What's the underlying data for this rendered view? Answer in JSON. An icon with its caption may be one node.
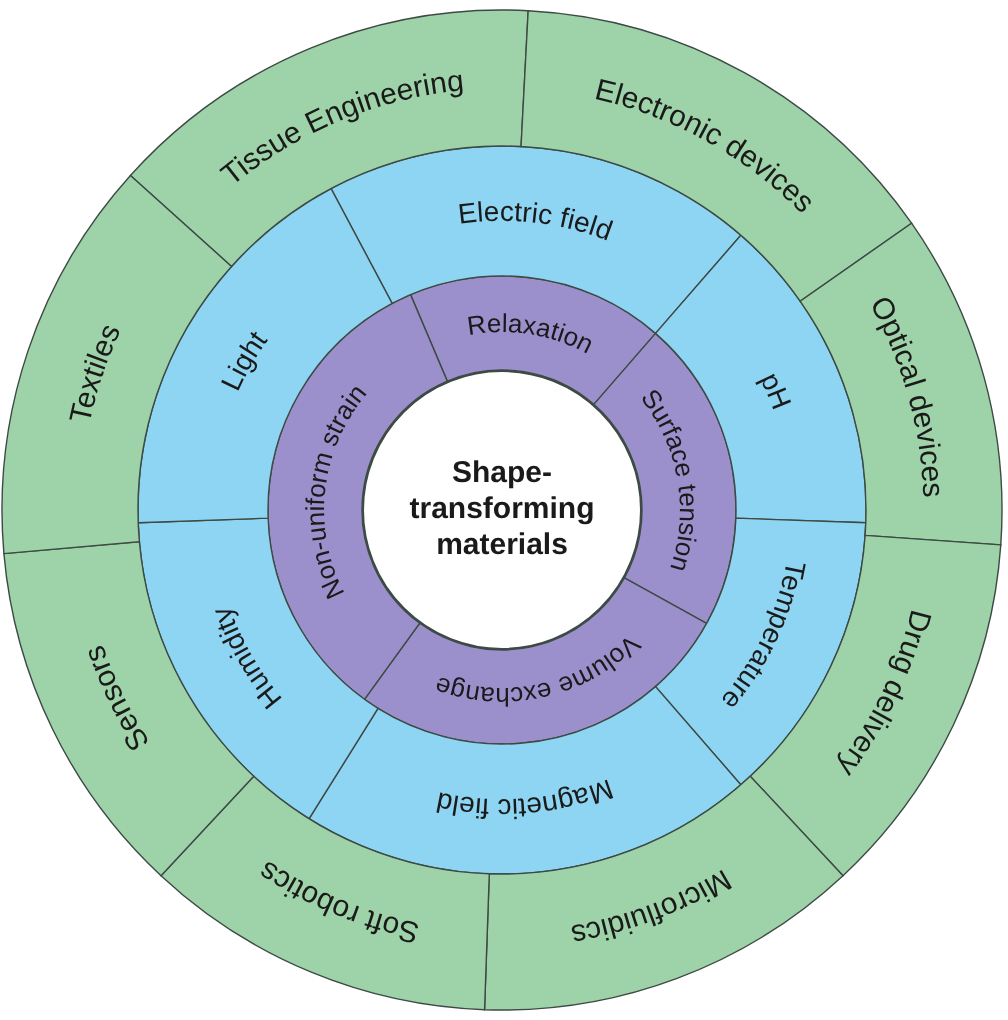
{
  "diagram": {
    "nodes": [
      {
        "text": [
          "Shape-transforming materials"
        ]
      },
      {
        "text": [
          "Relaxation"
        ]
      },
      {
        "text": [
          "Surface tension"
        ]
      },
      {
        "text": [
          "Volume exchange"
        ]
      },
      {
        "text": [
          "Non-uniform strain"
        ]
      },
      {
        "text": [
          "Electric field"
        ]
      },
      {
        "text": [
          "pH"
        ]
      },
      {
        "text": [
          "Temperature"
        ]
      },
      {
        "text": [
          "Magnetic field"
        ]
      },
      {
        "text": [
          "Humidity"
        ]
      },
      {
        "text": [
          "Light"
        ]
      },
      {
        "text": [
          "Tissue Engineering"
        ]
      },
      {
        "text": [
          "Electronic devices"
        ]
      },
      {
        "text": [
          "Optical devices"
        ]
      },
      {
        "text": [
          "Drug delivery"
        ]
      },
      {
        "text": [
          "Microfluidics"
        ]
      },
      {
        "text": [
          "Soft robotics"
        ]
      },
      {
        "text": [
          "Sensors"
        ]
      },
      {
        "text": [
          "Textiles"
        ]
      }
    ]
  }
}
